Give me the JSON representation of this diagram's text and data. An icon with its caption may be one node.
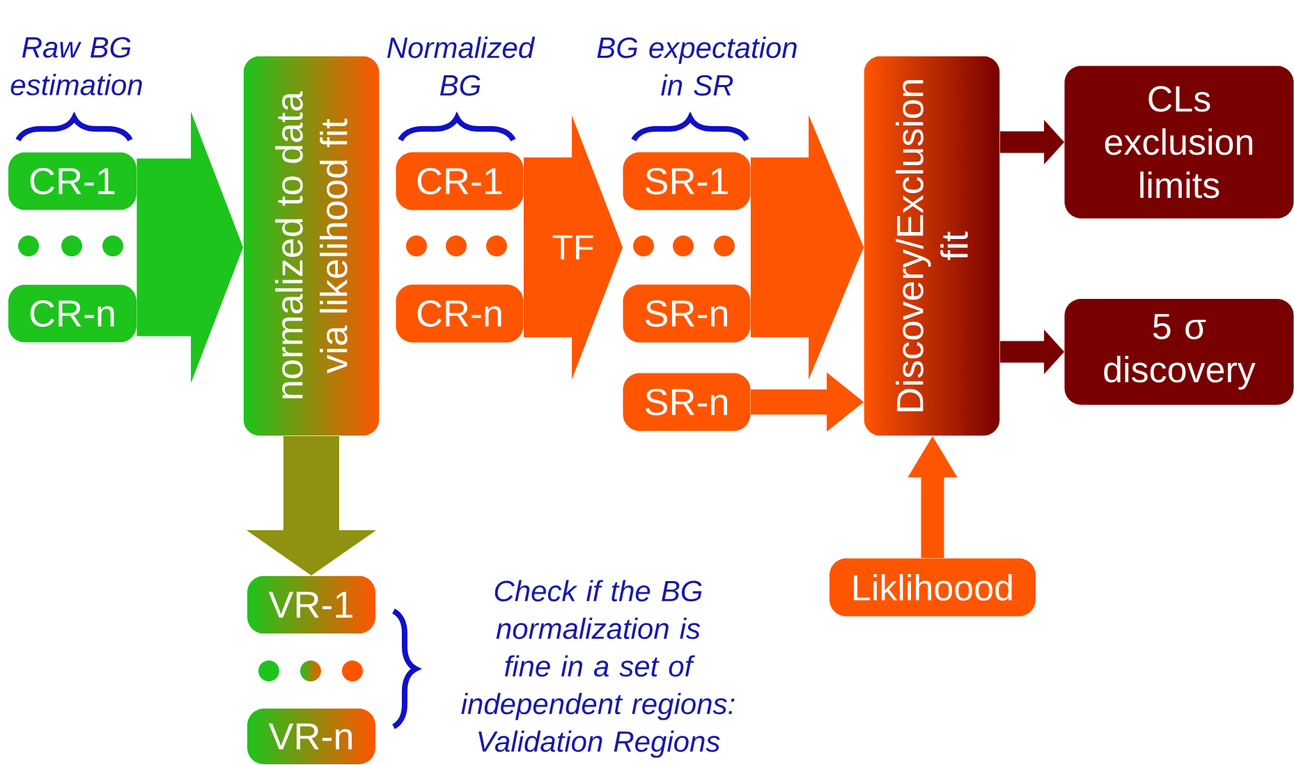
{
  "diagram": {
    "nodes": [
      {
        "text": [
          "CR-1"
        ]
      },
      {
        "text": [
          "CR-n"
        ]
      },
      {
        "text": [
          "normalized to data via likelihood fit"
        ]
      },
      {
        "text": [
          "CR-1"
        ]
      },
      {
        "text": [
          "CR-n"
        ]
      },
      {
        "text": [
          "SR-1"
        ]
      },
      {
        "text": [
          "SR-n"
        ]
      },
      {
        "text": [
          "SR-n"
        ]
      },
      {
        "text": [
          "Discovery/Exclusion fit"
        ]
      },
      {
        "text": [
          "CLs exclusion limits"
        ]
      },
      {
        "text": [
          "5 σ discovery"
        ]
      },
      {
        "text": [
          "VR-1"
        ]
      },
      {
        "text": [
          "VR-n"
        ]
      },
      {
        "text": [
          "Liklihoood"
        ]
      }
    ],
    "edges": [
      {
        "from": 0,
        "to": 2,
        "arrow": "to",
        "style": "thick",
        "color": "#1cc41c"
      },
      {
        "from": 1,
        "to": 2,
        "arrow": "to",
        "style": "thick",
        "color": "#1cc41c"
      },
      {
        "from": 3,
        "to": 5,
        "arrow": "to",
        "style": "thick",
        "label": "TF"
      },
      {
        "from": 4,
        "to": 6,
        "arrow": "to",
        "style": "thick"
      },
      {
        "from": 5,
        "to": 8,
        "arrow": "to",
        "style": "thick"
      },
      {
        "from": 6,
        "to": 8,
        "arrow": "to",
        "style": "thick"
      },
      {
        "from": 7,
        "to": 8,
        "arrow": "to"
      },
      {
        "from": 8,
        "to": 9,
        "arrow": "to",
        "color": "#780000"
      },
      {
        "from": 8,
        "to": 10,
        "arrow": "to",
        "color": "#780000"
      },
      {
        "from": 13,
        "to": 8,
        "arrow": "to"
      },
      {
        "from": 2,
        "to": 11,
        "arrow": "to",
        "color": "#8f9110"
      }
    ],
    "labels": [
      "Raw BG estimation",
      "Normalized BG",
      "BG expectation in SR",
      "Check if the BG normalization is fine in a set of independent regions: Validation Regions"
    ]
  }
}
